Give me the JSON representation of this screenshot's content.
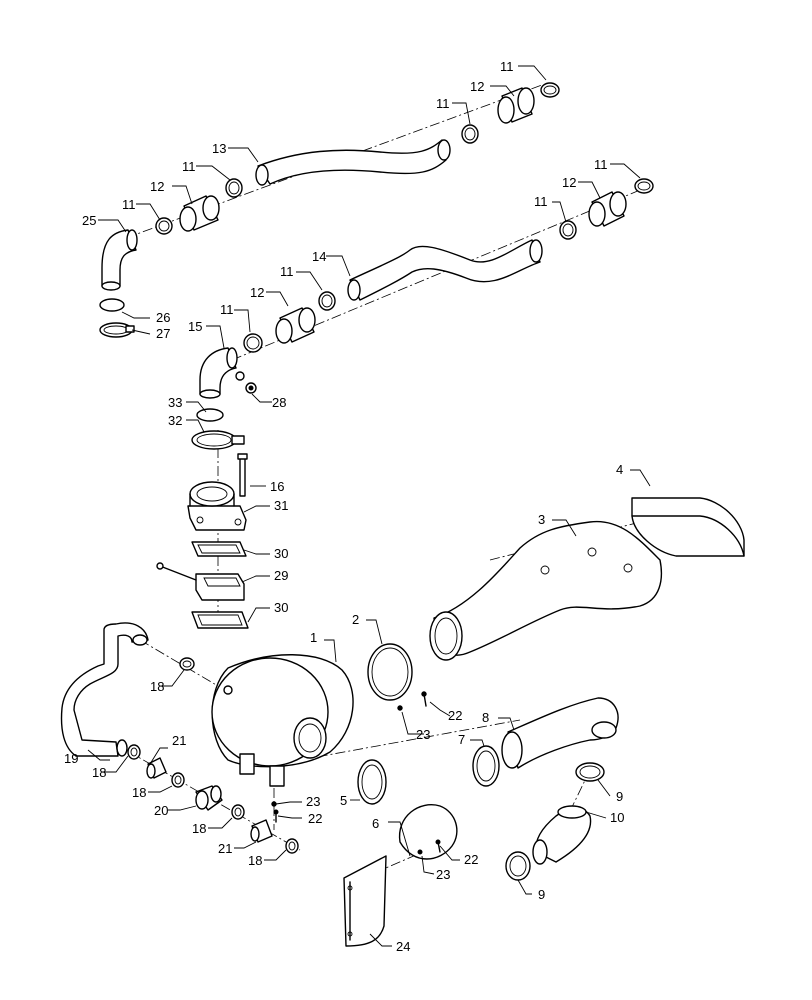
{
  "callouts": [
    {
      "id": "c1",
      "text": "1"
    },
    {
      "id": "c2",
      "text": "2"
    },
    {
      "id": "c3",
      "text": "3"
    },
    {
      "id": "c4",
      "text": "4"
    },
    {
      "id": "c5",
      "text": "5"
    },
    {
      "id": "c6",
      "text": "6"
    },
    {
      "id": "c7",
      "text": "7"
    },
    {
      "id": "c8",
      "text": "8"
    },
    {
      "id": "c9a",
      "text": "9"
    },
    {
      "id": "c9b",
      "text": "9"
    },
    {
      "id": "c10",
      "text": "10"
    },
    {
      "id": "c11a",
      "text": "11"
    },
    {
      "id": "c11b",
      "text": "11"
    },
    {
      "id": "c11c",
      "text": "11"
    },
    {
      "id": "c11d",
      "text": "11"
    },
    {
      "id": "c11e",
      "text": "11"
    },
    {
      "id": "c11f",
      "text": "11"
    },
    {
      "id": "c11g",
      "text": "11"
    },
    {
      "id": "c11h",
      "text": "11"
    },
    {
      "id": "c12a",
      "text": "12"
    },
    {
      "id": "c12b",
      "text": "12"
    },
    {
      "id": "c12c",
      "text": "12"
    },
    {
      "id": "c12d",
      "text": "12"
    },
    {
      "id": "c13",
      "text": "13"
    },
    {
      "id": "c14",
      "text": "14"
    },
    {
      "id": "c15",
      "text": "15"
    },
    {
      "id": "c16",
      "text": "16"
    },
    {
      "id": "c18a",
      "text": "18"
    },
    {
      "id": "c18b",
      "text": "18"
    },
    {
      "id": "c18c",
      "text": "18"
    },
    {
      "id": "c18d",
      "text": "18"
    },
    {
      "id": "c18e",
      "text": "18"
    },
    {
      "id": "c19",
      "text": "19"
    },
    {
      "id": "c20",
      "text": "20"
    },
    {
      "id": "c21a",
      "text": "21"
    },
    {
      "id": "c21b",
      "text": "21"
    },
    {
      "id": "c22a",
      "text": "22"
    },
    {
      "id": "c22b",
      "text": "22"
    },
    {
      "id": "c22c",
      "text": "22"
    },
    {
      "id": "c23a",
      "text": "23"
    },
    {
      "id": "c23b",
      "text": "23"
    },
    {
      "id": "c23c",
      "text": "23"
    },
    {
      "id": "c24",
      "text": "24"
    },
    {
      "id": "c25",
      "text": "25"
    },
    {
      "id": "c26",
      "text": "26"
    },
    {
      "id": "c27",
      "text": "27"
    },
    {
      "id": "c28",
      "text": "28"
    },
    {
      "id": "c29",
      "text": "29"
    },
    {
      "id": "c30a",
      "text": "30"
    },
    {
      "id": "c30b",
      "text": "30"
    },
    {
      "id": "c31",
      "text": "31"
    },
    {
      "id": "c32",
      "text": "32"
    },
    {
      "id": "c33",
      "text": "33"
    }
  ]
}
